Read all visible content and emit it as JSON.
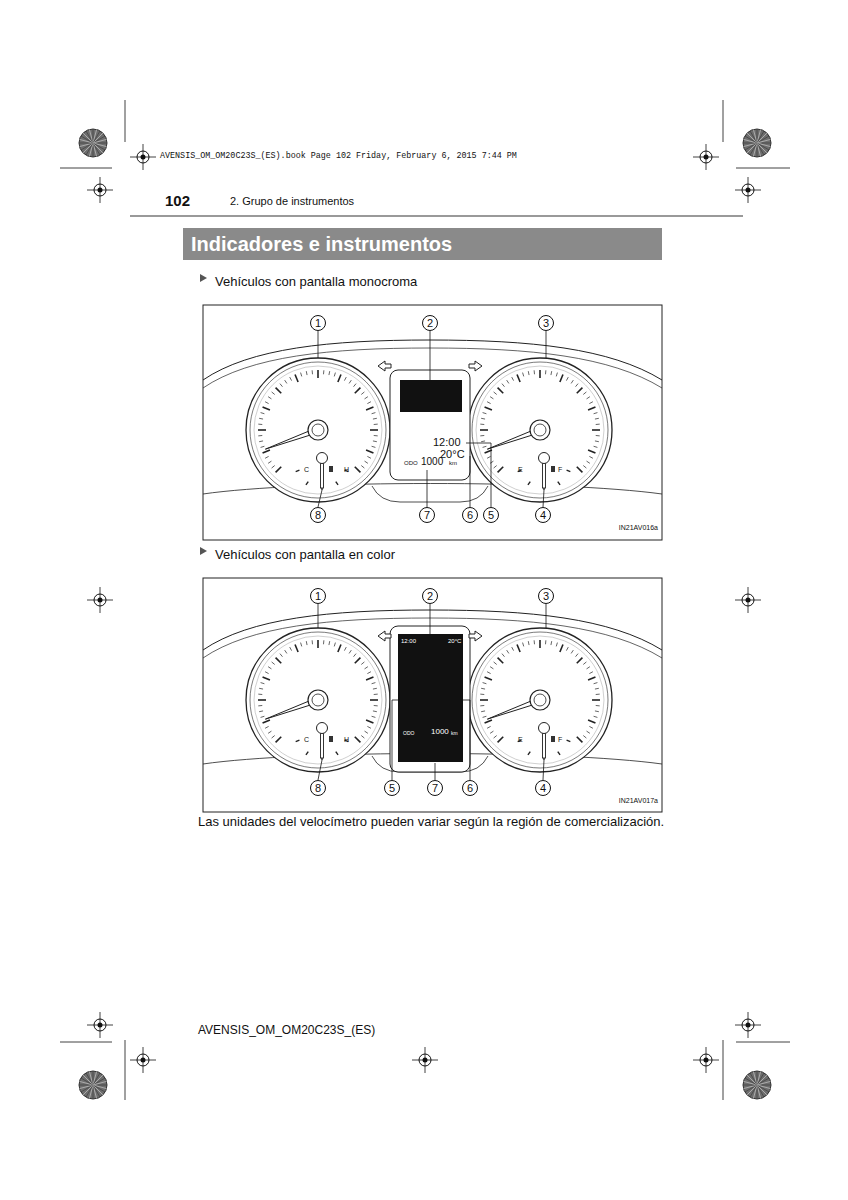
{
  "diagram": {
    "title": "Indicadores e instrumentos",
    "caption": "Las unidades del velocímetro pueden variar según la región de comercialización.",
    "nodes": [
      {
        "text": [
          "1"
        ]
      },
      {
        "text": [
          "2"
        ]
      },
      {
        "text": [
          "3"
        ]
      },
      {
        "text": [
          "8"
        ]
      },
      {
        "text": [
          "7"
        ]
      },
      {
        "text": [
          "6"
        ]
      },
      {
        "text": [
          "5"
        ]
      },
      {
        "text": [
          "4"
        ]
      },
      {
        "text": [
          "1"
        ]
      },
      {
        "text": [
          "2"
        ]
      },
      {
        "text": [
          "3"
        ]
      },
      {
        "text": [
          "8"
        ]
      },
      {
        "text": [
          "5"
        ]
      },
      {
        "text": [
          "7"
        ]
      },
      {
        "text": [
          "6"
        ]
      },
      {
        "text": [
          "4"
        ]
      }
    ],
    "labels": [
      "AVENSIS_OM_OM20C23S_(ES).book Page 102 Friday, February 6, 2015 7:44 PM",
      "102",
      "2. Grupo de instrumentos",
      "Vehículos con pantalla monocroma",
      "12:00",
      "20°C",
      "ODO",
      "1000",
      "km",
      "C",
      "H",
      "E",
      "F",
      "IN21AV016a",
      "Vehículos con pantalla en color",
      "12:00",
      "20°C",
      "ODO",
      "1000",
      "km",
      "C",
      "H",
      "E",
      "F",
      "IN21AV017a",
      "AVENSIS_OM_OM20C23S_(ES)"
    ]
  }
}
